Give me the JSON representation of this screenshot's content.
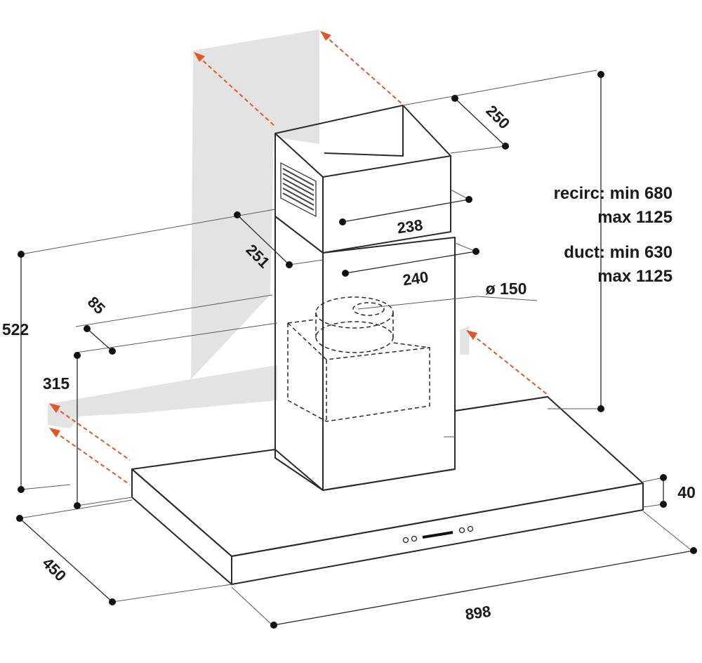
{
  "colors": {
    "wall": "#e3e3e3",
    "arrow": "#e2562a",
    "line": "#2a2a2a",
    "background": "#ffffff"
  },
  "dimensions": {
    "chimney_depth_top": "250",
    "chimney_width_upper": "238",
    "chimney_width_lower": "240",
    "chimney_depth_side": "251",
    "wall_offset": "85",
    "total_height": "522",
    "bracket_height": "315",
    "duct_diameter": "ø 150",
    "hood_depth": "450",
    "hood_width": "898",
    "canopy_thickness": "40"
  },
  "height_notes": {
    "recirc_line1": "recirc: min 680",
    "recirc_line2": "max 1125",
    "duct_line1": "duct: min 630",
    "duct_line2": "max 1125"
  },
  "icons": {
    "vent_grille": "grille-icon",
    "control_panel": "control-panel-icon"
  }
}
